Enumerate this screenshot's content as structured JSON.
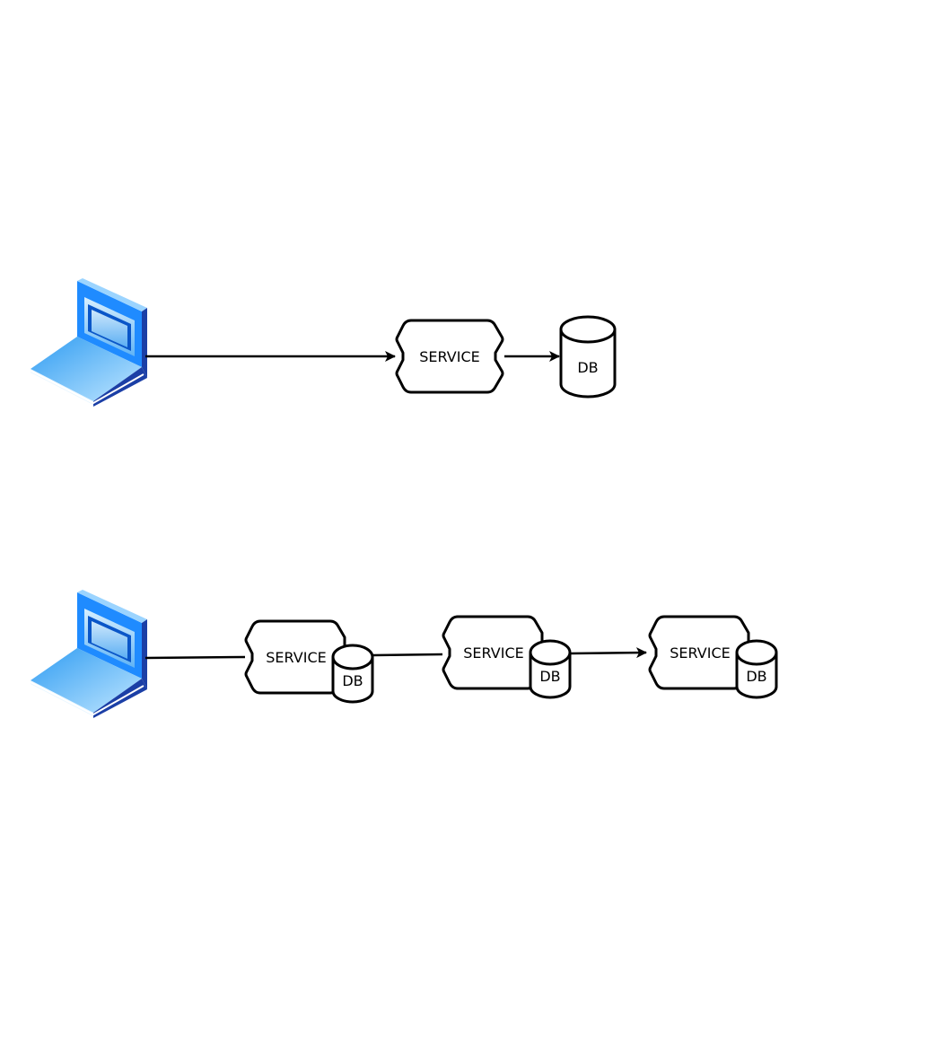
{
  "diagram": {
    "colors": {
      "stroke": "#000000",
      "background": "#ffffff",
      "laptop_frame": "#1f8bff",
      "laptop_screen": "#0a56c8",
      "laptop_base": "#3aa7f5",
      "laptop_shadow": "#1b3fa6"
    },
    "icons": [
      "laptop-icon",
      "hexagon-shape",
      "cylinder-shape",
      "arrow-icon"
    ],
    "top_flow": {
      "client_icon": "laptop-icon",
      "service_label": "SERVICE",
      "db_label": "DB"
    },
    "bottom_flow": {
      "client_icon": "laptop-icon",
      "services": [
        {
          "service_label": "SERVICE",
          "db_label": "DB"
        },
        {
          "service_label": "SERVICE",
          "db_label": "DB"
        },
        {
          "service_label": "SERVICE",
          "db_label": "DB"
        }
      ]
    }
  }
}
